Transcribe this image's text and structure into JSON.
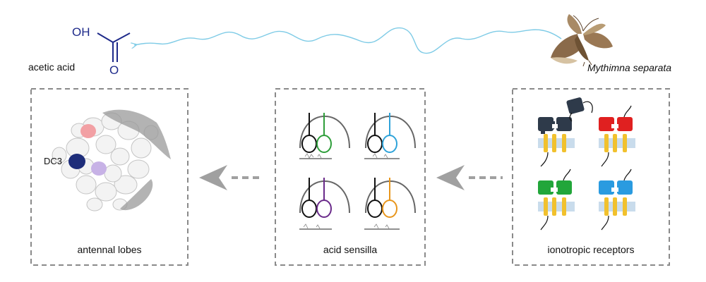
{
  "molecule": {
    "name": "acetic acid",
    "oh_label": "OH",
    "o_label": "O",
    "color": "#1e2a8a"
  },
  "moth": {
    "species": "Mythimna separata",
    "icon": "moth-icon"
  },
  "panels": {
    "antennal_lobes": {
      "title": "antennal lobes",
      "glomerulus_label": "DC3"
    },
    "acid_sensilla": {
      "title": "acid sensilla"
    },
    "ionotropic_receptors": {
      "title": "ionotropic receptors"
    }
  },
  "colors": {
    "odor_trail": "#7ecbe6",
    "arrow": "#9a9a9a",
    "box_border": "#8a8a8a",
    "neuron_green": "#2e9e3a",
    "neuron_blue": "#2fa3d9",
    "neuron_purple": "#6a2a8a",
    "neuron_orange": "#e8961c",
    "receptor_dark": "#2e3a4a",
    "receptor_red": "#e02020",
    "receptor_green": "#22a63a",
    "receptor_blue": "#2a9be0",
    "membrane": "#c9dcec",
    "helix": "#f1c12e",
    "glomerulus_pink": "#f2a0a4",
    "glomerulus_navy": "#1e2d7a",
    "glomerulus_lilac": "#c7b2e6"
  }
}
